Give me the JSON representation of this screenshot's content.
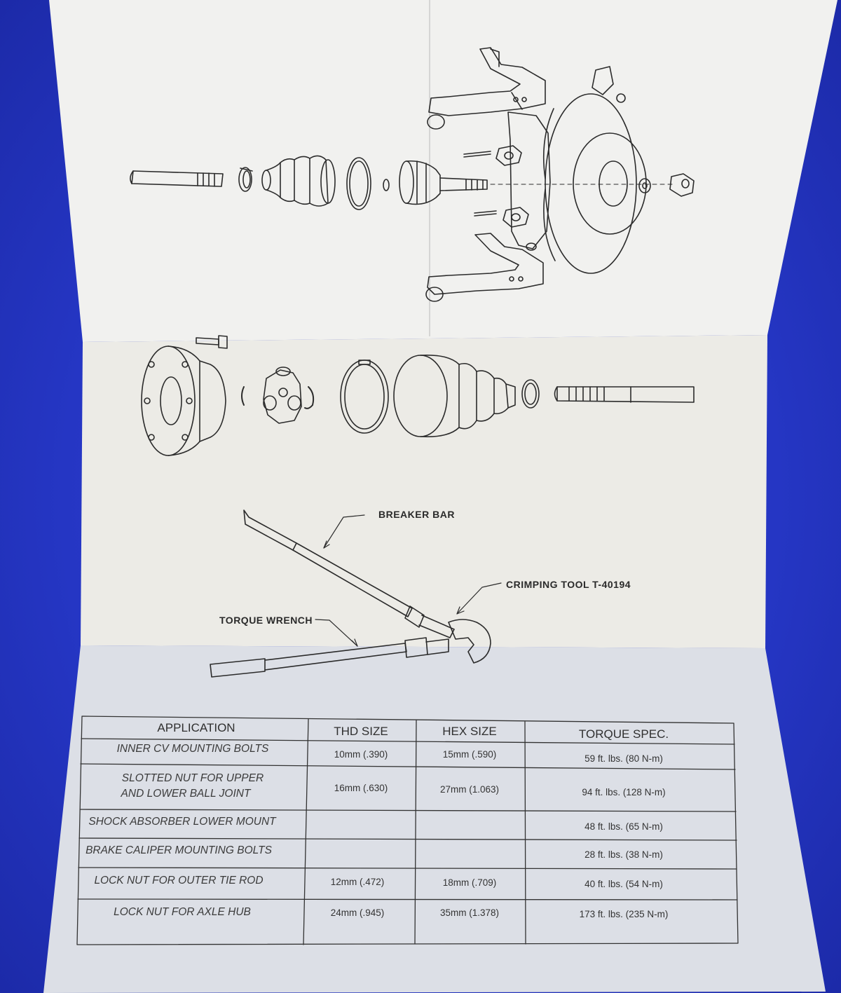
{
  "labels": {
    "breaker_bar": "BREAKER BAR",
    "crimping_tool": "CRIMPING TOOL T-40194",
    "torque_wrench": "TORQUE WRENCH"
  },
  "table": {
    "headers": {
      "application": "APPLICATION",
      "thd_size": "THD SIZE",
      "hex_size": "HEX SIZE",
      "torque_spec": "TORQUE SPEC."
    },
    "rows": [
      {
        "application": "INNER CV MOUNTING BOLTS",
        "application_line2": "",
        "thd": "10mm (.390)",
        "hex": "15mm (.590)",
        "torque": "59 ft. lbs. (80 N-m)"
      },
      {
        "application": "SLOTTED NUT FOR UPPER",
        "application_line2": "AND LOWER BALL JOINT",
        "thd": "16mm (.630)",
        "hex": "27mm (1.063)",
        "torque": "94 ft. lbs. (128 N-m)"
      },
      {
        "application": "SHOCK ABSORBER LOWER MOUNT",
        "application_line2": "",
        "thd": "",
        "hex": "",
        "torque": "48 ft. lbs. (65 N-m)"
      },
      {
        "application": "BRAKE CALIPER MOUNTING BOLTS",
        "application_line2": "",
        "thd": "",
        "hex": "",
        "torque": "28 ft. lbs. (38 N-m)"
      },
      {
        "application": "LOCK NUT FOR OUTER TIE ROD",
        "application_line2": "",
        "thd": "12mm (.472)",
        "hex": "18mm (.709)",
        "torque": "40 ft. lbs. (54 N-m)"
      },
      {
        "application": "LOCK NUT FOR AXLE HUB",
        "application_line2": "",
        "thd": "24mm (.945)",
        "hex": "35mm (1.378)",
        "torque": "173 ft. lbs. (235 N-m)"
      }
    ]
  },
  "colors": {
    "background": "#2c3fcf",
    "paper": "#f1f1ef",
    "ink": "#2a2a2a"
  }
}
